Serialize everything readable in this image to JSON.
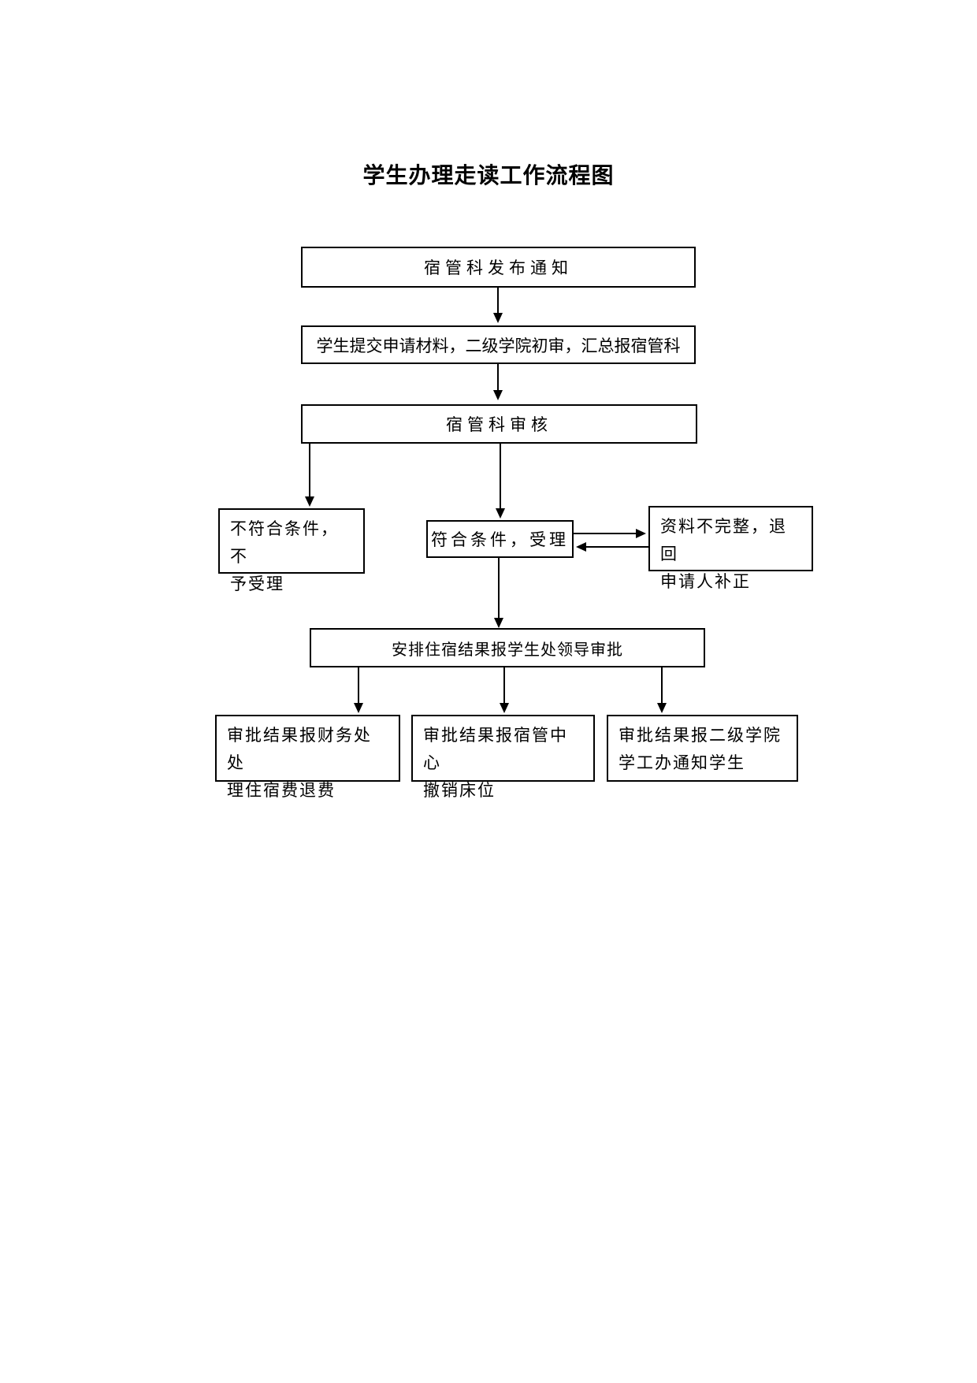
{
  "page": {
    "title": "学生办理走读工作流程图",
    "background_color": "#ffffff",
    "line_color": "#000000",
    "text_color": "#000000"
  },
  "flowchart": {
    "nodes": [
      {
        "id": "notice",
        "lines": [
          "宿管科发布通知"
        ]
      },
      {
        "id": "submit",
        "lines": [
          "学生提交申请材料，二级学院初审，汇总报宿管科"
        ]
      },
      {
        "id": "review",
        "lines": [
          "宿管科审核"
        ]
      },
      {
        "id": "reject",
        "lines": [
          "不符合条件，不",
          "予受理"
        ]
      },
      {
        "id": "accept",
        "lines": [
          "符合条件，受理"
        ]
      },
      {
        "id": "incomplete",
        "lines": [
          "资料不完整，退回",
          "申请人补正"
        ]
      },
      {
        "id": "approve",
        "lines": [
          "安排住宿结果报学生处领导审批"
        ]
      },
      {
        "id": "finance",
        "lines": [
          "审批结果报财务处处",
          "理住宿费退费"
        ]
      },
      {
        "id": "dorm",
        "lines": [
          "审批结果报宿管中心",
          "撤销床位"
        ]
      },
      {
        "id": "college",
        "lines": [
          "审批结果报二级学院",
          "学工办通知学生"
        ]
      }
    ],
    "edges": [
      {
        "from": "notice",
        "to": "submit"
      },
      {
        "from": "submit",
        "to": "review"
      },
      {
        "from": "review",
        "to": "reject"
      },
      {
        "from": "review",
        "to": "accept"
      },
      {
        "from": "accept",
        "to": "incomplete"
      },
      {
        "from": "incomplete",
        "to": "accept"
      },
      {
        "from": "accept",
        "to": "approve"
      },
      {
        "from": "approve",
        "to": "finance"
      },
      {
        "from": "approve",
        "to": "dorm"
      },
      {
        "from": "approve",
        "to": "college"
      }
    ]
  }
}
